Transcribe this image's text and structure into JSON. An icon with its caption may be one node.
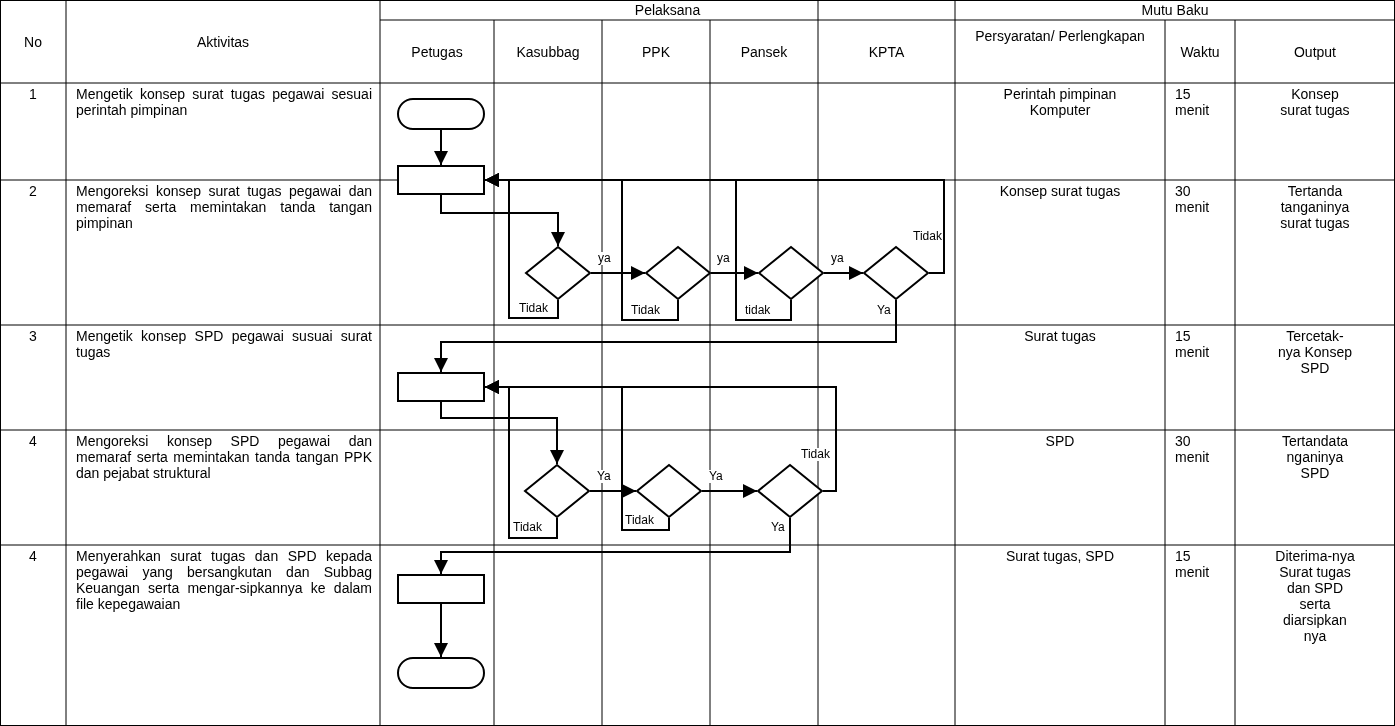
{
  "diagram": {
    "nodes": [
      {
        "text": [],
        "shape": "oval"
      },
      {
        "text": [],
        "shape": "box"
      },
      {
        "text": [],
        "shape": "diamond"
      },
      {
        "text": [],
        "shape": "diamond"
      },
      {
        "text": [],
        "shape": "diamond"
      },
      {
        "text": [],
        "shape": "diamond"
      },
      {
        "text": [],
        "shape": "box"
      },
      {
        "text": [],
        "shape": "diamond"
      },
      {
        "text": [],
        "shape": "diamond"
      },
      {
        "text": [],
        "shape": "diamond"
      },
      {
        "text": [],
        "shape": "box"
      },
      {
        "text": [],
        "shape": "oval"
      }
    ],
    "edges": [
      {
        "from": 0,
        "to": 1,
        "arrow": "to"
      },
      {
        "from": 1,
        "to": 2,
        "arrow": "to"
      },
      {
        "from": 2,
        "to": 3,
        "arrow": "to",
        "label": "ya"
      },
      {
        "from": 3,
        "to": 4,
        "arrow": "to",
        "label": "ya"
      },
      {
        "from": 4,
        "to": 5,
        "arrow": "to",
        "label": "ya"
      },
      {
        "from": 5,
        "to": 1,
        "arrow": "to",
        "label": "Tidak"
      },
      {
        "from": 2,
        "to": 1,
        "arrow": "to",
        "label": "Tidak"
      },
      {
        "from": 3,
        "to": 1,
        "arrow": "to",
        "label": "Tidak"
      },
      {
        "from": 4,
        "to": 1,
        "arrow": "to",
        "label": "tidak"
      },
      {
        "from": 5,
        "to": 6,
        "arrow": "to",
        "label": "Ya"
      },
      {
        "from": 6,
        "to": 7,
        "arrow": "to"
      },
      {
        "from": 7,
        "to": 8,
        "arrow": "to",
        "label": "Ya"
      },
      {
        "from": 8,
        "to": 9,
        "arrow": "to",
        "label": "Ya"
      },
      {
        "from": 9,
        "to": 6,
        "arrow": "to",
        "label": "Tidak"
      },
      {
        "from": 7,
        "to": 6,
        "arrow": "to",
        "label": "Tidak"
      },
      {
        "from": 8,
        "to": 6,
        "arrow": "to",
        "label": "Tidak"
      },
      {
        "from": 9,
        "to": 10,
        "arrow": "to",
        "label": "Ya"
      },
      {
        "from": 10,
        "to": 11,
        "arrow": "to"
      }
    ],
    "labels": [
      "No",
      "Aktivitas",
      "Pelaksana",
      "Mutu Baku",
      "Petugas",
      "Kasubbag",
      "PPK",
      "Pansek",
      "KPTA",
      "Persyaratan/ Perlengkapan",
      "Waktu",
      "Output",
      "1",
      "Mengetik konsep surat tugas pegawai sesuai perintah pimpinan",
      "Perintah pimpinan Komputer",
      "15 menit",
      "Konsep surat tugas",
      "2",
      "Mengoreksi konsep surat tugas pegawai dan memaraf serta memintakan tanda tangan pimpinan",
      "Konsep surat tugas",
      "30 menit",
      "Tertanda tanganinya surat tugas",
      "3",
      "Mengetik konsep SPD pegawai susuai surat tugas",
      "Surat tugas",
      "15 menit",
      "Tercetak-nya Konsep SPD",
      "4",
      "Mengoreksi konsep SPD pegawai dan memaraf serta memintakan tanda tangan PPK dan pejabat struktural",
      "SPD",
      "30 menit",
      "Tertandata nganinya SPD",
      "4",
      "Menyerahkan surat tugas dan SPD kepada pegawai yang bersangkutan dan Subbag Keuangan serta mengar-sipkannya ke dalam file kepegawaian",
      "Surat tugas, SPD",
      "15 menit",
      "Diterima-nya Surat tugas dan SPD serta diarsipkan nya"
    ]
  }
}
